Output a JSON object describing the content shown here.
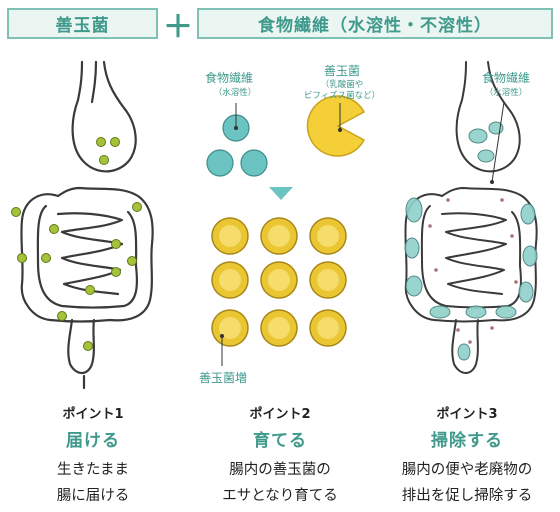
{
  "header": {
    "left_label": "善玉菌",
    "plus": "＋",
    "right_label": "食物繊維（水溶性・不溶性）"
  },
  "middle_panel": {
    "fiber_label": "食物繊維",
    "fiber_sub": "（水溶性）",
    "bacteria_label": "善玉菌",
    "bacteria_sub1": "（乳酸菌や",
    "bacteria_sub2": "ビフィズス菌など）",
    "increase_label": "善玉菌増"
  },
  "right_panel": {
    "fiber_label": "食物繊維",
    "fiber_sub": "（水溶性）"
  },
  "points": [
    {
      "number": "ポイント1",
      "title": "届ける",
      "line1": "生きたまま",
      "line2": "腸に届ける"
    },
    {
      "number": "ポイント2",
      "title": "育てる",
      "line1": "腸内の善玉菌の",
      "line2": "エサとなり育てる"
    },
    {
      "number": "ポイント3",
      "title": "掃除する",
      "line1": "腸内の便や老廃物の",
      "line2": "排出を促し掃除する"
    }
  ],
  "colors": {
    "accent": "#3f9a8c",
    "banner_fill": "#ebf5f2",
    "banner_border": "#7fc2b5",
    "bacteria_green": "#a6c23a",
    "fiber_teal": "#6cc4c2",
    "pacman_yellow": "#f5cf38",
    "coin_gold": "#e9c632"
  }
}
